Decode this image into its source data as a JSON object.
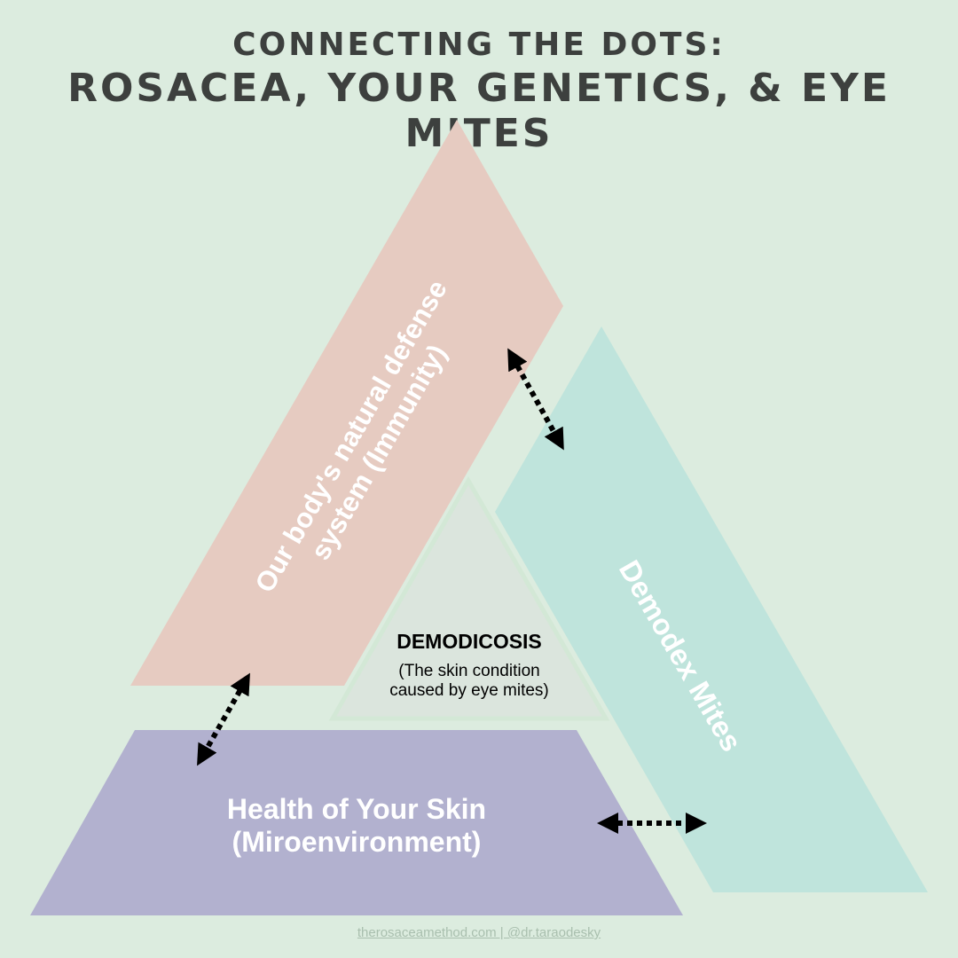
{
  "title": {
    "line1": "CONNECTING THE DOTS:",
    "line2": "ROSACEA, YOUR GENETICS, & EYE MITES"
  },
  "immunity": {
    "line1": "Our body's natural defense",
    "line2": "system (Immunity)"
  },
  "mites": {
    "label": "Demodex Mites"
  },
  "skin": {
    "line1": "Health of Your Skin",
    "line2": "(Miroenvironment)"
  },
  "center": {
    "title": "DEMODICOSIS",
    "line1": "(The skin condition",
    "line2": "caused by eye mites)"
  },
  "footer": "therosaceamethod.com | @dr.taraodesky",
  "colors": {
    "background": "#dcecdf",
    "immunity": "#e6cbc1",
    "mites": "#bfe4dc",
    "skin": "#b2b1cf",
    "center": "#dbe5dd",
    "title": "#3d403e"
  }
}
